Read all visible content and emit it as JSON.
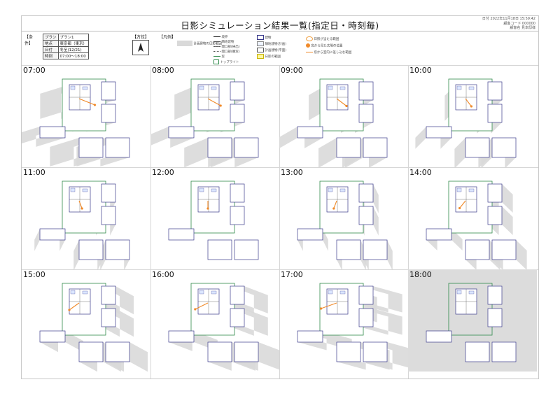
{
  "header": {
    "title": "日影シミュレーション結果一覧(指定日・時刻毎)",
    "meta": [
      "日付 2022年11月18日 15:59:42",
      "顧客コード 000000",
      "顧客名 見本邸様"
    ]
  },
  "conditions": {
    "label": "【条件】",
    "rows": [
      {
        "key": "プラン",
        "value": "プラン1"
      },
      {
        "key": "地点",
        "value": "東京都（東京）"
      },
      {
        "key": "日付",
        "value": "冬至(12/21)"
      },
      {
        "key": "時刻",
        "value": "07:00～18:00"
      }
    ]
  },
  "direction": {
    "label": "【方位】"
  },
  "legend": {
    "label": "【凡例】",
    "items": [
      "計画建物の日影範囲",
      "境界",
      "隣地建物",
      "開口部(掃出)",
      "開口部(腰窓)",
      "窓",
      "トップライト",
      "建物",
      "隣地建物(計画)",
      "計画建物(平面)",
      "日影の範囲",
      "日照が当たる範囲",
      "窓から見た太陽の位置",
      "窓から室内に差し込む範囲"
    ]
  },
  "panels": [
    {
      "time": "07:00"
    },
    {
      "time": "08:00"
    },
    {
      "time": "09:00"
    },
    {
      "time": "10:00"
    },
    {
      "time": "11:00"
    },
    {
      "time": "12:00"
    },
    {
      "time": "13:00"
    },
    {
      "time": "14:00"
    },
    {
      "time": "15:00"
    },
    {
      "time": "16:00"
    },
    {
      "time": "17:00"
    },
    {
      "time": "18:00"
    }
  ],
  "colors": {
    "shadow": "#d9d9d9",
    "boundary": "#2f8a4a",
    "building": "#3a3a8c",
    "sunray": "#f08a2a",
    "night": "#dcdcdc"
  }
}
